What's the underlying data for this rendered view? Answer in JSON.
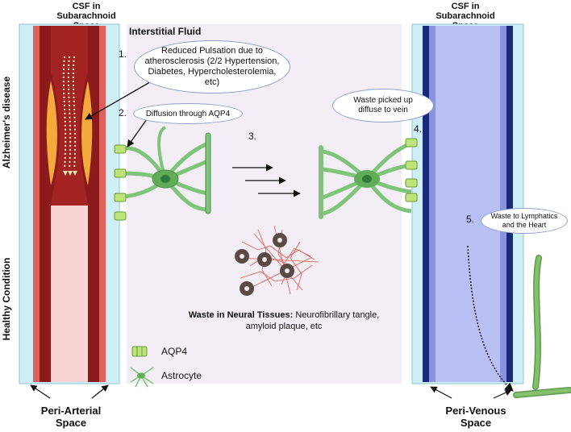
{
  "labels": {
    "csf_left": "CSF in Subarachnoid Space",
    "csf_right": "CSF in Subarachnoid Space",
    "interstitial_fluid": "Interstitial Fluid",
    "alzheimers": "Alzheimer's disease",
    "healthy": "Healthy Condition",
    "peri_arterial": "Peri-Arterial Space",
    "peri_venous": "Peri-Venous Space",
    "waste_title": "Waste in Neural Tissues:",
    "waste_text": "Neurofibrillary tangle, amyloid plaque, etc"
  },
  "steps": [
    {
      "number": "1.",
      "text": "Reduced Pulsation due to atherosclerosis (2/2 Hypertension, Diabetes, Hypercholesterolemia, etc)"
    },
    {
      "number": "2.",
      "text": "Diffusion through AQP4"
    },
    {
      "number": "3.",
      "text": ""
    },
    {
      "number": "4.",
      "text": "Waste picked up diffuse to vein"
    },
    {
      "number": "5.",
      "text": "Waste to Lymphatics and the Heart"
    }
  ],
  "legend": [
    {
      "label": "AQP4",
      "icon": "aqp4-channel-icon"
    },
    {
      "label": "Astrocyte",
      "icon": "astrocyte-icon"
    }
  ],
  "colors": {
    "csf": "#cfeef5",
    "interstitial": "#f3eef5",
    "artery_dark": "#8b1a1a",
    "artery_wall": "#e0605c",
    "artery_healthy_lumen": "#f9d3d3",
    "vein_dark": "#1b2a78",
    "vein_light": "#b8bff2",
    "astrocyte": "#7fc47a",
    "plaque": "#e35a4d"
  }
}
